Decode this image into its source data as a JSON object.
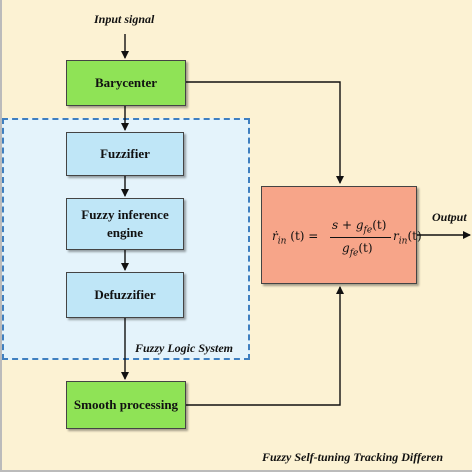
{
  "labels": {
    "input_signal": "Input signal",
    "output": "Output",
    "fuzzy_logic_system": "Fuzzy Logic System",
    "footer_title": "Fuzzy Self-tuning Tracking Differen"
  },
  "blocks": {
    "barycenter": "Barycenter",
    "fuzzifier": "Fuzzifier",
    "inference_line1": "Fuzzy inference",
    "inference_line2": "engine",
    "defuzzifier": "Defuzzifier",
    "smooth": "Smooth processing"
  },
  "formula": {
    "lhs": "ṙ",
    "lhs_sub": "in",
    "lhs_arg": "(t) =",
    "num": "s + g",
    "num_sub": "fe",
    "num_arg": "(t)",
    "den": "g",
    "den_sub": "fe",
    "den_arg": "(t)",
    "rhs": "r",
    "rhs_sub": "in",
    "rhs_arg": "(t)"
  },
  "colors": {
    "background": "#fcf2d3",
    "green_block": "#8fe356",
    "blue_block": "#bfe6f7",
    "fls_region": "#e4f3fb",
    "fls_border": "#3f7fc0",
    "formula_block": "#f7a589"
  }
}
